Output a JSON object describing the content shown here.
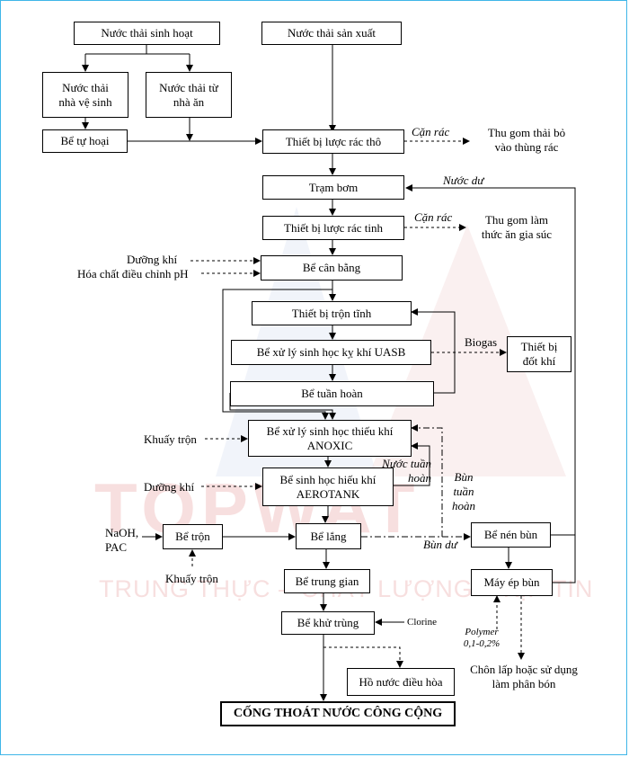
{
  "watermark": {
    "brand": "TOPWAT",
    "slogan": "TRUNG THỰC – CHẤT LƯỢNG – KỊP TIN"
  },
  "boxes": {
    "nuoc_thai_sinh_hoat": "Nước thải sinh hoạt",
    "nuoc_thai_san_xuat": "Nước thải sản xuất",
    "nuoc_thai_nha_ve_sinh": "Nước thải\nnhà vệ sinh",
    "nuoc_thai_nha_an": "Nước thải từ\nnhà ăn",
    "be_tu_hoai": "Bể tự hoại",
    "thiet_bi_luoc_rac_tho": "Thiết bị lược rác thô",
    "tram_bom": "Trạm bơm",
    "thiet_bi_luoc_rac_tinh": "Thiết bị lược rác tinh",
    "be_can_bang": "Bể cân bằng",
    "thiet_bi_tron_tinh": "Thiết bị trộn tĩnh",
    "be_uasb": "Bể xử lý sinh học kỵ khí UASB",
    "thiet_bi_dot_khi": "Thiết bị\nđốt khí",
    "be_tuan_hoan": "Bể tuần hoàn",
    "be_anoxic": "Bể xử lý sinh học thiếu khí\nANOXIC",
    "be_aerotank": "Bể sinh học hiếu khí\nAEROTANK",
    "be_tron": "Bể trộn",
    "be_lang": "Bể lắng",
    "be_nen_bun": "Bể nén bùn",
    "may_ep_bun": "Máy ép bùn",
    "be_trung_gian": "Bể trung gian",
    "be_khu_trung": "Bể khử trùng",
    "ho_nuoc_dieu_hoa": "Hồ nước điều hòa",
    "cong_thoat": "CỐNG THOÁT NƯỚC CÔNG CỘNG"
  },
  "labels": {
    "can_rac_1": "Cặn rác",
    "thu_gom_thai_bo": "Thu gom thải bỏ\nvào thùng rác",
    "nuoc_du_1": "Nước dư",
    "can_rac_2": "Cặn rác",
    "thu_gom_lam_thuc_an": "Thu gom làm\nthức ăn gia súc",
    "duong_khi_1": "Dưỡng khí",
    "hoa_chat_ph": "Hóa chất điều chỉnh pH",
    "biogas": "Biogas",
    "khuay_tron_1": "Khuấy trộn",
    "nuoc_tuan_hoan": "Nước tuần\nhoàn",
    "bun_tuan_hoan": "Bùn\ntuần\nhoàn",
    "duong_khi_2": "Dưỡng khí",
    "naoh_pac": "NaOH,\nPAC",
    "bun_du": "Bùn dư",
    "khuay_tron_2": "Khuấy trộn",
    "clorine": "Clorine",
    "polymer": "Polymer\n0,1-0,2%",
    "chon_lap": "Chôn lấp hoặc sử dụng\nlàm phân bón"
  }
}
